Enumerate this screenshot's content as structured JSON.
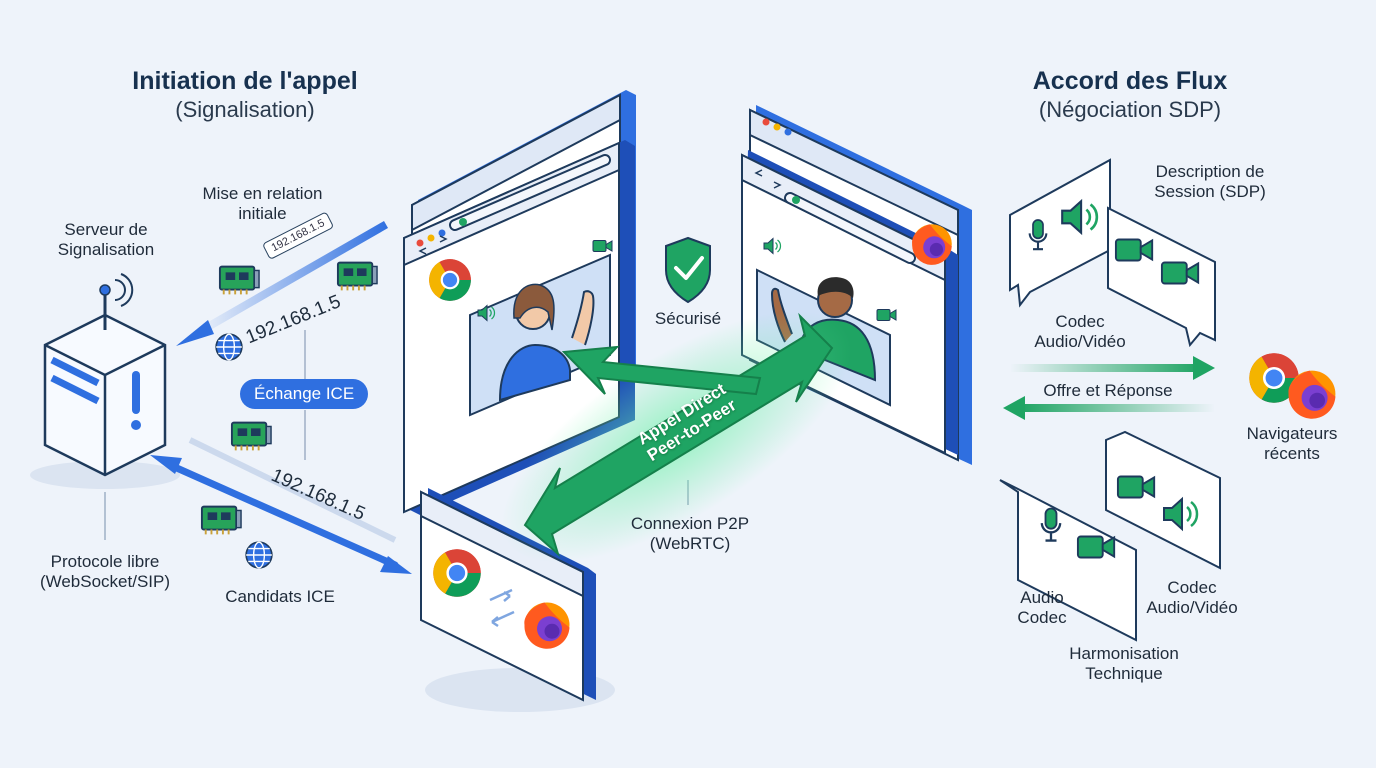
{
  "left": {
    "title": "Initiation de l'appel",
    "subtitle": "(Signalisation)",
    "server_label": "Serveur de\nSignalisation",
    "relation_label": "Mise en relation\ninitiale",
    "ip_tag": "192.168.1.5",
    "ip_upper": "192.168.1.5",
    "ip_lower": "192.168.1.5",
    "ice_exchange": "Échange ICE",
    "protocol_label": "Protocole libre\n(WebSocket/SIP)",
    "candidates_label": "Candidats ICE"
  },
  "center": {
    "secured_label": "Sécurisé",
    "arrow_label": "Appel Direct\nPeer-to-Peer",
    "connection_label": "Connexion P2P\n(WebRTC)"
  },
  "right": {
    "title": "Accord des Flux",
    "subtitle": "(Négociation SDP)",
    "sdp_label": "Description de\nSession (SDP)",
    "codec_label": "Codec\nAudio/Vidéo",
    "offer_label": "Offre et Réponse",
    "browsers_label": "Navigateurs\nrécents",
    "audio_codec_label": "Audio\nCodec",
    "codec_av_label": "Codec\nAudio/Vidéo",
    "harmonisation_label": "Harmonisation\nTechnique"
  },
  "colors": {
    "blue": "#2f6fe0",
    "dark_blue": "#1e4fb8",
    "green": "#1fa463",
    "navy": "#17314f"
  },
  "icons": [
    "chrome-icon",
    "firefox-icon",
    "shield-check-icon",
    "microphone-icon",
    "speaker-icon",
    "video-camera-icon",
    "globe-icon",
    "network-card-icon",
    "server-icon",
    "antenna-icon"
  ]
}
